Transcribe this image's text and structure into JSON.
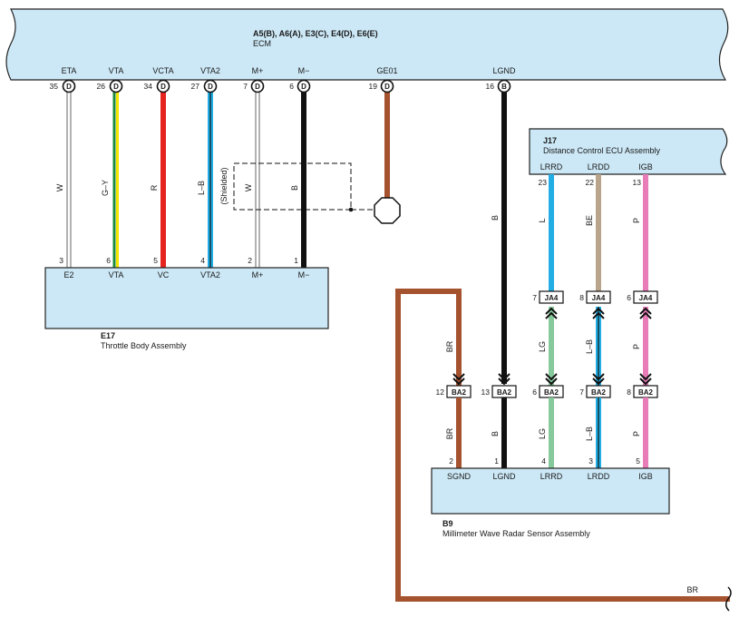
{
  "ecm": {
    "connectors": "A5(B), A6(A), E3(C), E4(D), E6(E)",
    "name": "ECM",
    "terminals": [
      {
        "name": "ETA",
        "pin": "35",
        "conn": "D"
      },
      {
        "name": "VTA",
        "pin": "26",
        "conn": "D"
      },
      {
        "name": "VCTA",
        "pin": "34",
        "conn": "D"
      },
      {
        "name": "VTA2",
        "pin": "27",
        "conn": "D"
      },
      {
        "name": "M+",
        "pin": "7",
        "conn": "D"
      },
      {
        "name": "M−",
        "pin": "6",
        "conn": "D"
      },
      {
        "name": "GE01",
        "pin": "19",
        "conn": "D"
      },
      {
        "name": "LGND",
        "pin": "16",
        "conn": "B"
      }
    ]
  },
  "throttle": {
    "code": "E17",
    "name": "Throttle Body Assembly",
    "terminals": [
      {
        "name": "E2",
        "pin": "3"
      },
      {
        "name": "VTA",
        "pin": "6"
      },
      {
        "name": "VC",
        "pin": "5"
      },
      {
        "name": "VTA2",
        "pin": "4"
      },
      {
        "name": "M+",
        "pin": "2"
      },
      {
        "name": "M−",
        "pin": "1"
      }
    ],
    "wire_colors": [
      "W",
      "G–Y",
      "R",
      "L–B",
      "W",
      "B"
    ],
    "shield_label": "(Shielded)"
  },
  "ge01_wire": "BR",
  "lgnd_wire": "B",
  "dc_ecu": {
    "code": "J17",
    "name": "Distance Control ECU Assembly",
    "terminals": [
      {
        "name": "LRRD",
        "pin": "23"
      },
      {
        "name": "LRDD",
        "pin": "22"
      },
      {
        "name": "IGB",
        "pin": "13"
      }
    ],
    "wire_colors": [
      "L",
      "BE",
      "P"
    ]
  },
  "ja4": {
    "label": "JA4",
    "pins": [
      "7",
      "8",
      "6"
    ],
    "wire_colors": [
      "LG",
      "L–B",
      "P"
    ]
  },
  "ba2": {
    "label": "BA2",
    "pins": [
      "12",
      "13",
      "6",
      "7",
      "8"
    ]
  },
  "radar": {
    "code": "B9",
    "name": "Millimeter Wave Radar Sensor Assembly",
    "terminals": [
      {
        "name": "SGND",
        "pin": "2"
      },
      {
        "name": "LGND",
        "pin": "1"
      },
      {
        "name": "LRRD",
        "pin": "4"
      },
      {
        "name": "LRDD",
        "pin": "3"
      },
      {
        "name": "IGB",
        "pin": "5"
      }
    ],
    "wire_colors": [
      "BR",
      "B",
      "LG",
      "L–B",
      "P"
    ],
    "upper_wire": "BR"
  },
  "bottom_wire": "BR",
  "colors": {
    "component_fill": "#cce8f6",
    "red": "#e52420",
    "brown": "#a5522f",
    "black": "#111111",
    "blue": "#22aee4",
    "green": "#1d8a3a",
    "yellow": "#f2e500",
    "beige": "#b9a48c",
    "pink": "#e87bb8",
    "light_green": "#86c99a"
  }
}
